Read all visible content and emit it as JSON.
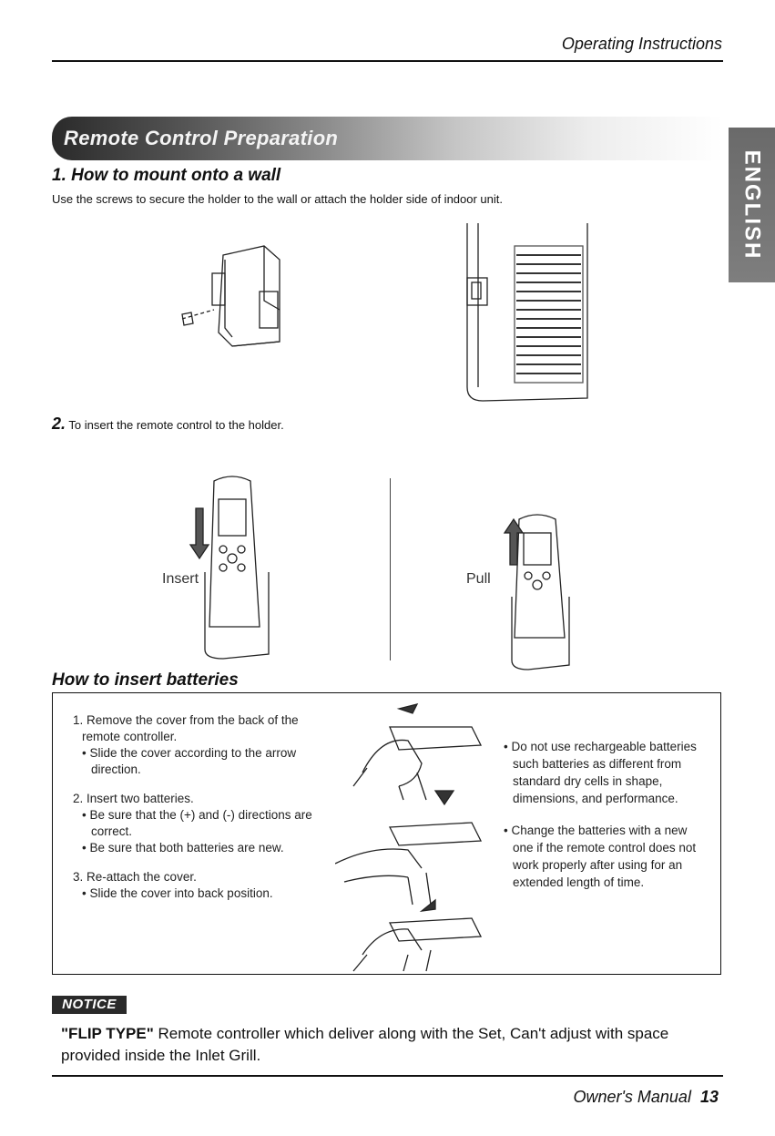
{
  "header": {
    "title": "Operating Instructions"
  },
  "banner": {
    "title": "Remote Control Preparation"
  },
  "side_tab": {
    "text": "ENGLISH"
  },
  "section1": {
    "heading": "1. How to mount onto a wall",
    "body": "Use the screws to secure the holder to the wall or attach the holder side of indoor unit."
  },
  "section2": {
    "num": "2.",
    "text": "To insert the remote control to the holder.",
    "insert_label": "Insert",
    "pull_label": "Pull"
  },
  "batteries": {
    "heading": "How to insert batteries",
    "steps": [
      {
        "text": "1. Remove the cover from the back of the",
        "cont": "remote controller.",
        "subs": [
          "• Slide the cover according to the arrow",
          "direction."
        ]
      },
      {
        "text": "2. Insert two batteries.",
        "subs": [
          "• Be sure that the (+) and (-) directions are",
          "correct.",
          "• Be sure that both batteries are new."
        ]
      },
      {
        "text": "3. Re-attach the cover.",
        "subs": [
          "• Slide the cover into back position."
        ]
      }
    ],
    "notes": [
      [
        "• Do not use rechargeable batteries",
        "such batteries as different from",
        "standard dry cells in shape,",
        "dimensions, and performance."
      ],
      [
        "• Change the batteries with a new",
        "one if the remote control does not",
        "work properly after using for an",
        "extended length of time."
      ]
    ]
  },
  "notice": {
    "badge": "NOTICE",
    "bold": "\"FLIP TYPE\"",
    "text": " Remote controller which deliver along with the Set, Can't adjust with space provided inside the Inlet Grill."
  },
  "footer": {
    "title": "Owner's Manual",
    "page": "13"
  }
}
